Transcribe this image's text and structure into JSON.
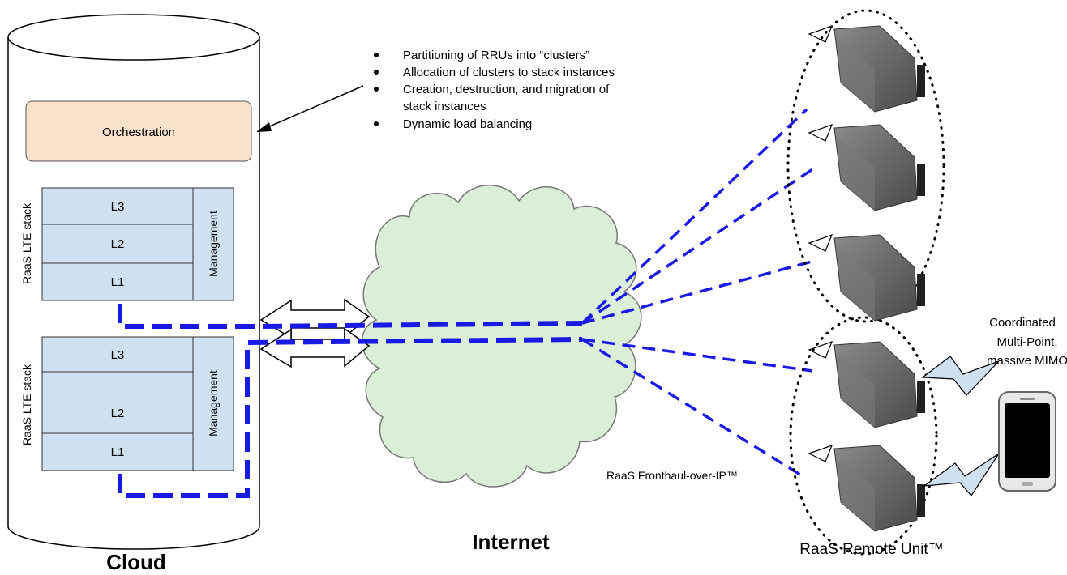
{
  "bullets": [
    "Partitioning of RRUs into “clusters”",
    "Allocation of clusters to stack instances",
    "Creation, destruction, and migration of",
    "stack instances",
    "Dynamic load balancing"
  ],
  "orchestration": "Orchestration",
  "stack1": {
    "side_label": "RaaS LTE stack",
    "l3": "L3",
    "l2": "L2",
    "l1": "L1",
    "management": "Management"
  },
  "stack2": {
    "side_label": "RaaS LTE stack",
    "l3": "L3",
    "l2": "L2",
    "l1": "L1",
    "management": "Management"
  },
  "cloud_label": "Cloud",
  "internet_label": "Internet",
  "fronthaul_label": "RaaS Fronthaul-over-IP™",
  "remote_unit_label": "RaaS Remote Unit™",
  "comp_label": [
    "Coordinated",
    "Multi-Point,",
    "massive MIMO"
  ],
  "colors": {
    "orchestration_fill": "#fbe2cc",
    "stack_fill": "#cfe0f1",
    "cloud_fill": "#dbeed7",
    "link": "#1a1ae6"
  }
}
